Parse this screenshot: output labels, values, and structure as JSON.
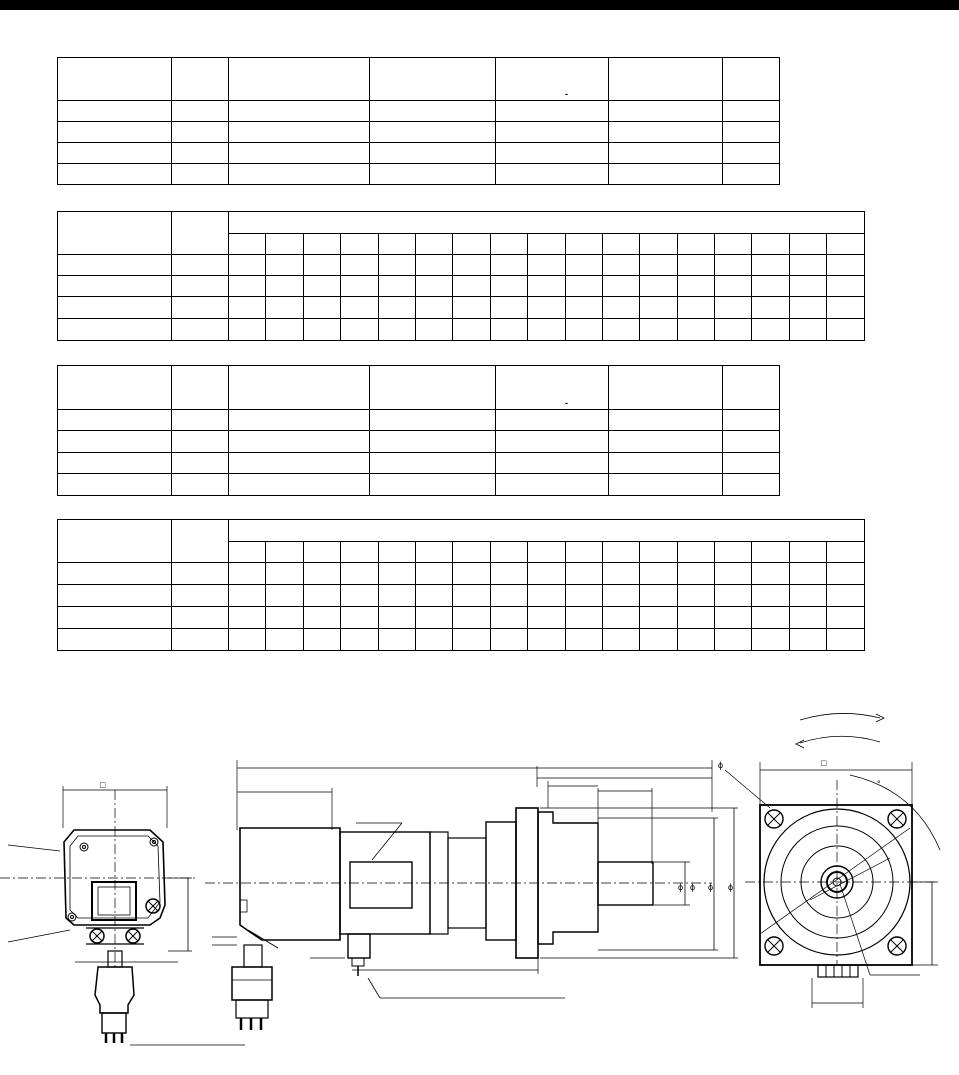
{
  "page": {
    "header_bar": "#000000"
  },
  "spec_tables": {
    "mark_a": "-",
    "mark_b": "-"
  },
  "drawing": {
    "symbols": {
      "square_left": "□",
      "square_right": "□",
      "phi_hole": "ϕ",
      "phi_1": "ϕ",
      "phi_2": "ϕ",
      "phi_3": "ϕ",
      "phi_4": "ϕ",
      "degree": "°"
    }
  }
}
